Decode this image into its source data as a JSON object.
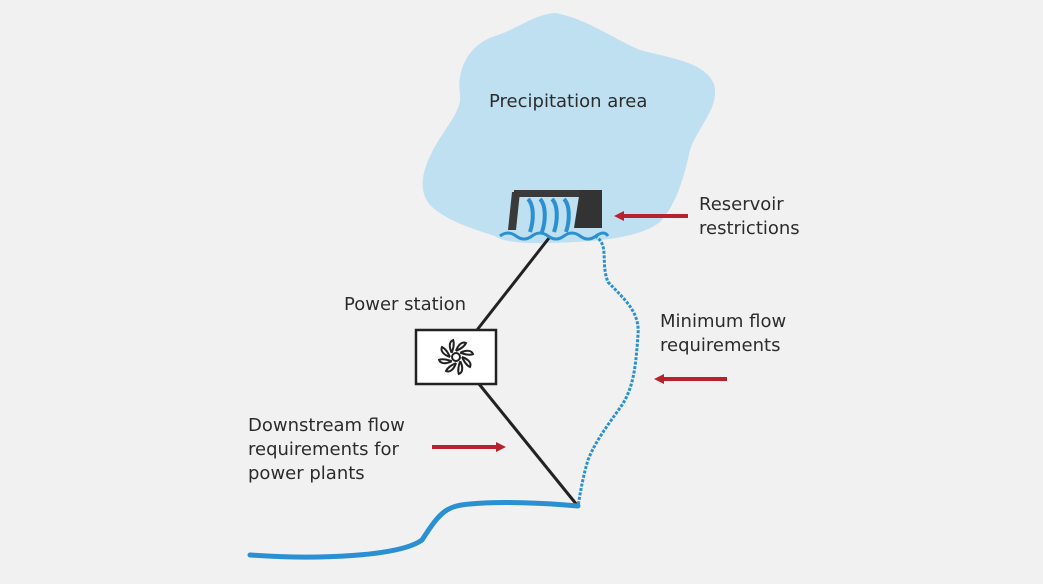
{
  "labels": {
    "precipitation_area": "Precipitation area",
    "reservoir_restrictions": [
      "Reservoir",
      "restrictions"
    ],
    "power_station": "Power station",
    "minimum_flow": [
      "Minimum flow",
      "requirements"
    ],
    "downstream_flow": [
      "Downstream flow",
      "requirements for",
      "power plants"
    ]
  },
  "icons": {
    "dam": "dam-icon",
    "turbine": "turbine-icon"
  },
  "colors": {
    "background": "#f1f1f1",
    "precipitation_area": "#bfe0f1",
    "water": "#2a8fd3",
    "arrow": "#b8222f",
    "line": "#222222",
    "text": "#2c2c2c"
  }
}
